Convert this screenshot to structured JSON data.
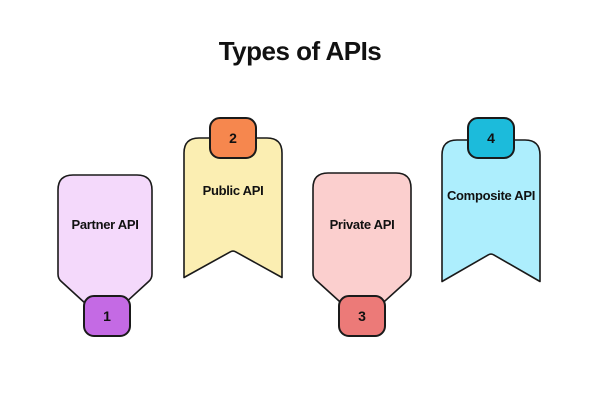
{
  "page": {
    "title": "Types of APIs",
    "background_color": "#ffffff",
    "title_color": "#111111",
    "outline_color": "#1a1a1a"
  },
  "items": [
    {
      "number": "1",
      "label": "Partner API",
      "shape": "banner-point-down",
      "badge_position": "bottom",
      "fill": "#f4d9fb",
      "badge_fill": "#c46ae4",
      "outline": "#1a1a1a"
    },
    {
      "number": "2",
      "label": "Public API",
      "shape": "banner-bookmark",
      "badge_position": "top",
      "fill": "#fbeeb2",
      "badge_fill": "#f6874e",
      "outline": "#1a1a1a"
    },
    {
      "number": "3",
      "label": "Private API",
      "shape": "banner-point-down",
      "badge_position": "bottom",
      "fill": "#fbcfce",
      "badge_fill": "#ec7a78",
      "outline": "#1a1a1a"
    },
    {
      "number": "4",
      "label": "Composite API",
      "shape": "banner-bookmark",
      "badge_position": "top",
      "fill": "#adeefd",
      "badge_fill": "#1cbbdb",
      "outline": "#1a1a1a"
    }
  ]
}
